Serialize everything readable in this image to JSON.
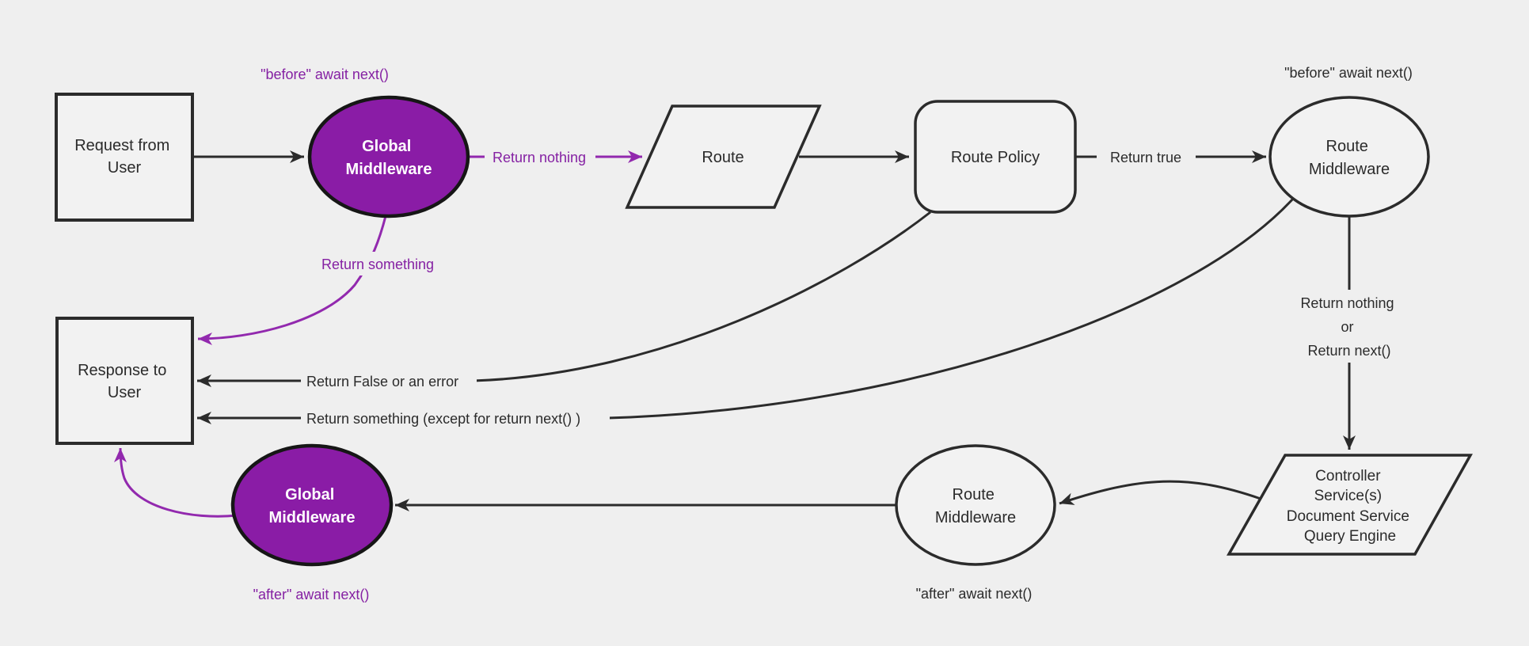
{
  "diagram": {
    "background_color": "#efefef",
    "node_fill": "#f2f2f2",
    "line_color": "#2b2b2b",
    "text_color": "#2b2b2b",
    "purple_fill": "#8a1ca6",
    "purple_line": "#9229ae",
    "purple_text": "#8521a3",
    "white_text": "#ffffff",
    "nodes": {
      "request": {
        "type": "rectangle",
        "lines": [
          "Request from",
          "User"
        ]
      },
      "global_middleware_top": {
        "type": "ellipse",
        "lines": [
          "Global",
          "Middleware"
        ]
      },
      "route": {
        "type": "parallelogram",
        "lines": [
          "Route"
        ]
      },
      "route_policy": {
        "type": "rounded-rectangle",
        "lines": [
          "Route Policy"
        ]
      },
      "route_middleware_top": {
        "type": "ellipse",
        "lines": [
          "Route",
          "Middleware"
        ]
      },
      "controller": {
        "type": "parallelogram",
        "lines": [
          "Controller",
          "Service(s)",
          "Document Service",
          "Query Engine"
        ]
      },
      "route_middleware_bottom": {
        "type": "ellipse",
        "lines": [
          "Route",
          "Middleware"
        ]
      },
      "global_middleware_bottom": {
        "type": "ellipse",
        "lines": [
          "Global",
          "Middleware"
        ]
      },
      "response": {
        "type": "rectangle",
        "lines": [
          "Response to",
          "User"
        ]
      }
    },
    "labels": {
      "before_await_next_global": "\"before\" await next()",
      "return_nothing_purple": "Return nothing",
      "return_true": "Return true",
      "before_await_next_route": "\"before\" await next()",
      "return_nothing_or_line1": "Return nothing",
      "return_nothing_or_line2": "or",
      "return_nothing_or_line3": "Return next()",
      "return_something_purple": "Return something",
      "return_false_or_error": "Return False or an error",
      "return_something_except": "Return something (except for return next() )",
      "after_await_next_route": "\"after\" await next()",
      "after_await_next_global": "\"after\" await next()"
    }
  }
}
